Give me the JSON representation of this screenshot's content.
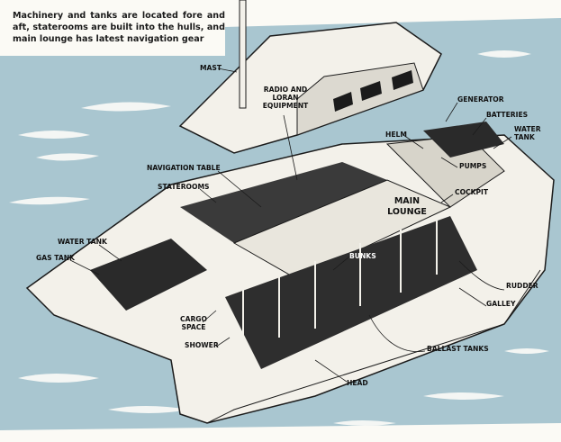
{
  "caption": "Machinery and tanks are located fore and aft, staterooms are built into the hulls, and main lounge has latest navigation gear",
  "labels": {
    "mast": "MAST",
    "radio": "RADIO AND LORAN EQUIPMENT",
    "generator": "GENERATOR",
    "batteries": "BATTERIES",
    "water_tank_aft_1": "WATER",
    "water_tank_aft_2": "TANK",
    "helm": "HELM",
    "pumps": "PUMPS",
    "cockpit": "COCKPIT",
    "navigation_table": "NAVIGATION TABLE",
    "staterooms": "STATEROOMS",
    "main_lounge_1": "MAIN",
    "main_lounge_2": "LOUNGE",
    "water_tank_fore": "WATER TANK",
    "gas_tank": "GAS TANK",
    "bunks": "BUNKS",
    "rudder": "RUDDER",
    "galley": "GALLEY",
    "cargo_1": "CARGO",
    "cargo_2": "SPACE",
    "shower": "SHOWER",
    "ballast_tanks": "BALLAST TANKS",
    "head": "HEAD"
  },
  "colors": {
    "sea": "#a9c6d0",
    "wave": "#f4f6f4",
    "hull": "#f3f1ea",
    "dark": "#1b1b1b"
  }
}
